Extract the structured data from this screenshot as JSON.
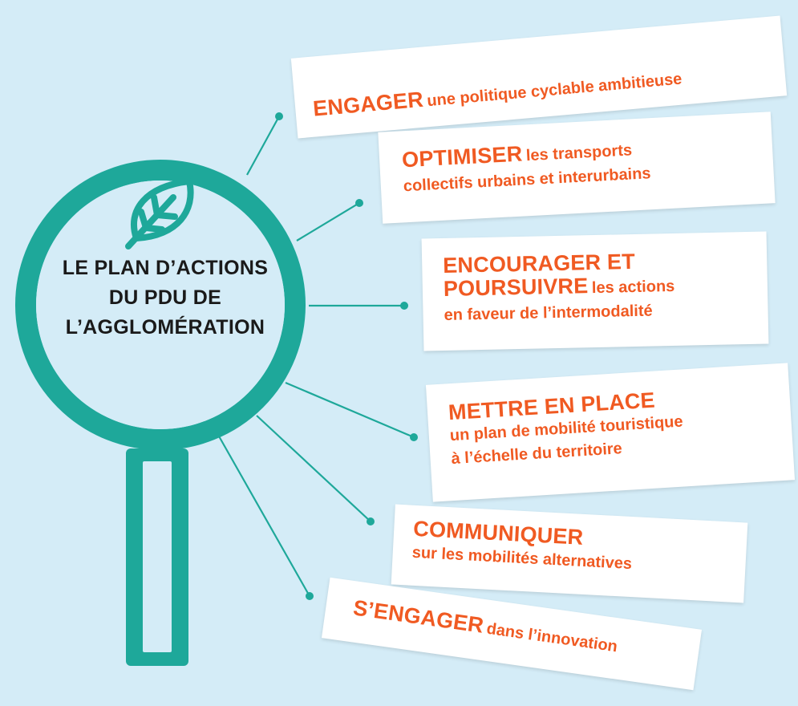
{
  "center": {
    "title_lines": [
      "LE PLAN D’ACTIONS",
      "DU PDU DE",
      "L’AGGLOMÉRATION"
    ],
    "icon": "leaf-icon"
  },
  "colors": {
    "background": "#d4ecf7",
    "teal": "#1ea89a",
    "orange": "#f05a22",
    "card": "#ffffff",
    "title": "#1a1a1a"
  },
  "actions": [
    {
      "strong": "ENGAGER",
      "rest_lines": [
        "une politique cyclable ambitieuse"
      ]
    },
    {
      "strong": "OPTIMISER",
      "rest_lines": [
        "les transports",
        "collectifs urbains et interurbains"
      ]
    },
    {
      "strong_lines": [
        "ENCOURAGER ET",
        "POURSUIVRE"
      ],
      "rest_lines": [
        "les actions",
        "en faveur de l’intermodalité"
      ]
    },
    {
      "strong": "METTRE EN PLACE",
      "rest_lines": [
        "un plan de mobilité touristique",
        "à l’échelle du territoire"
      ]
    },
    {
      "strong": "COMMUNIQUER",
      "rest_lines": [
        "sur les mobilités alternatives"
      ]
    },
    {
      "strong": "S’ENGAGER",
      "rest_lines": [
        "dans l’innovation"
      ]
    }
  ]
}
